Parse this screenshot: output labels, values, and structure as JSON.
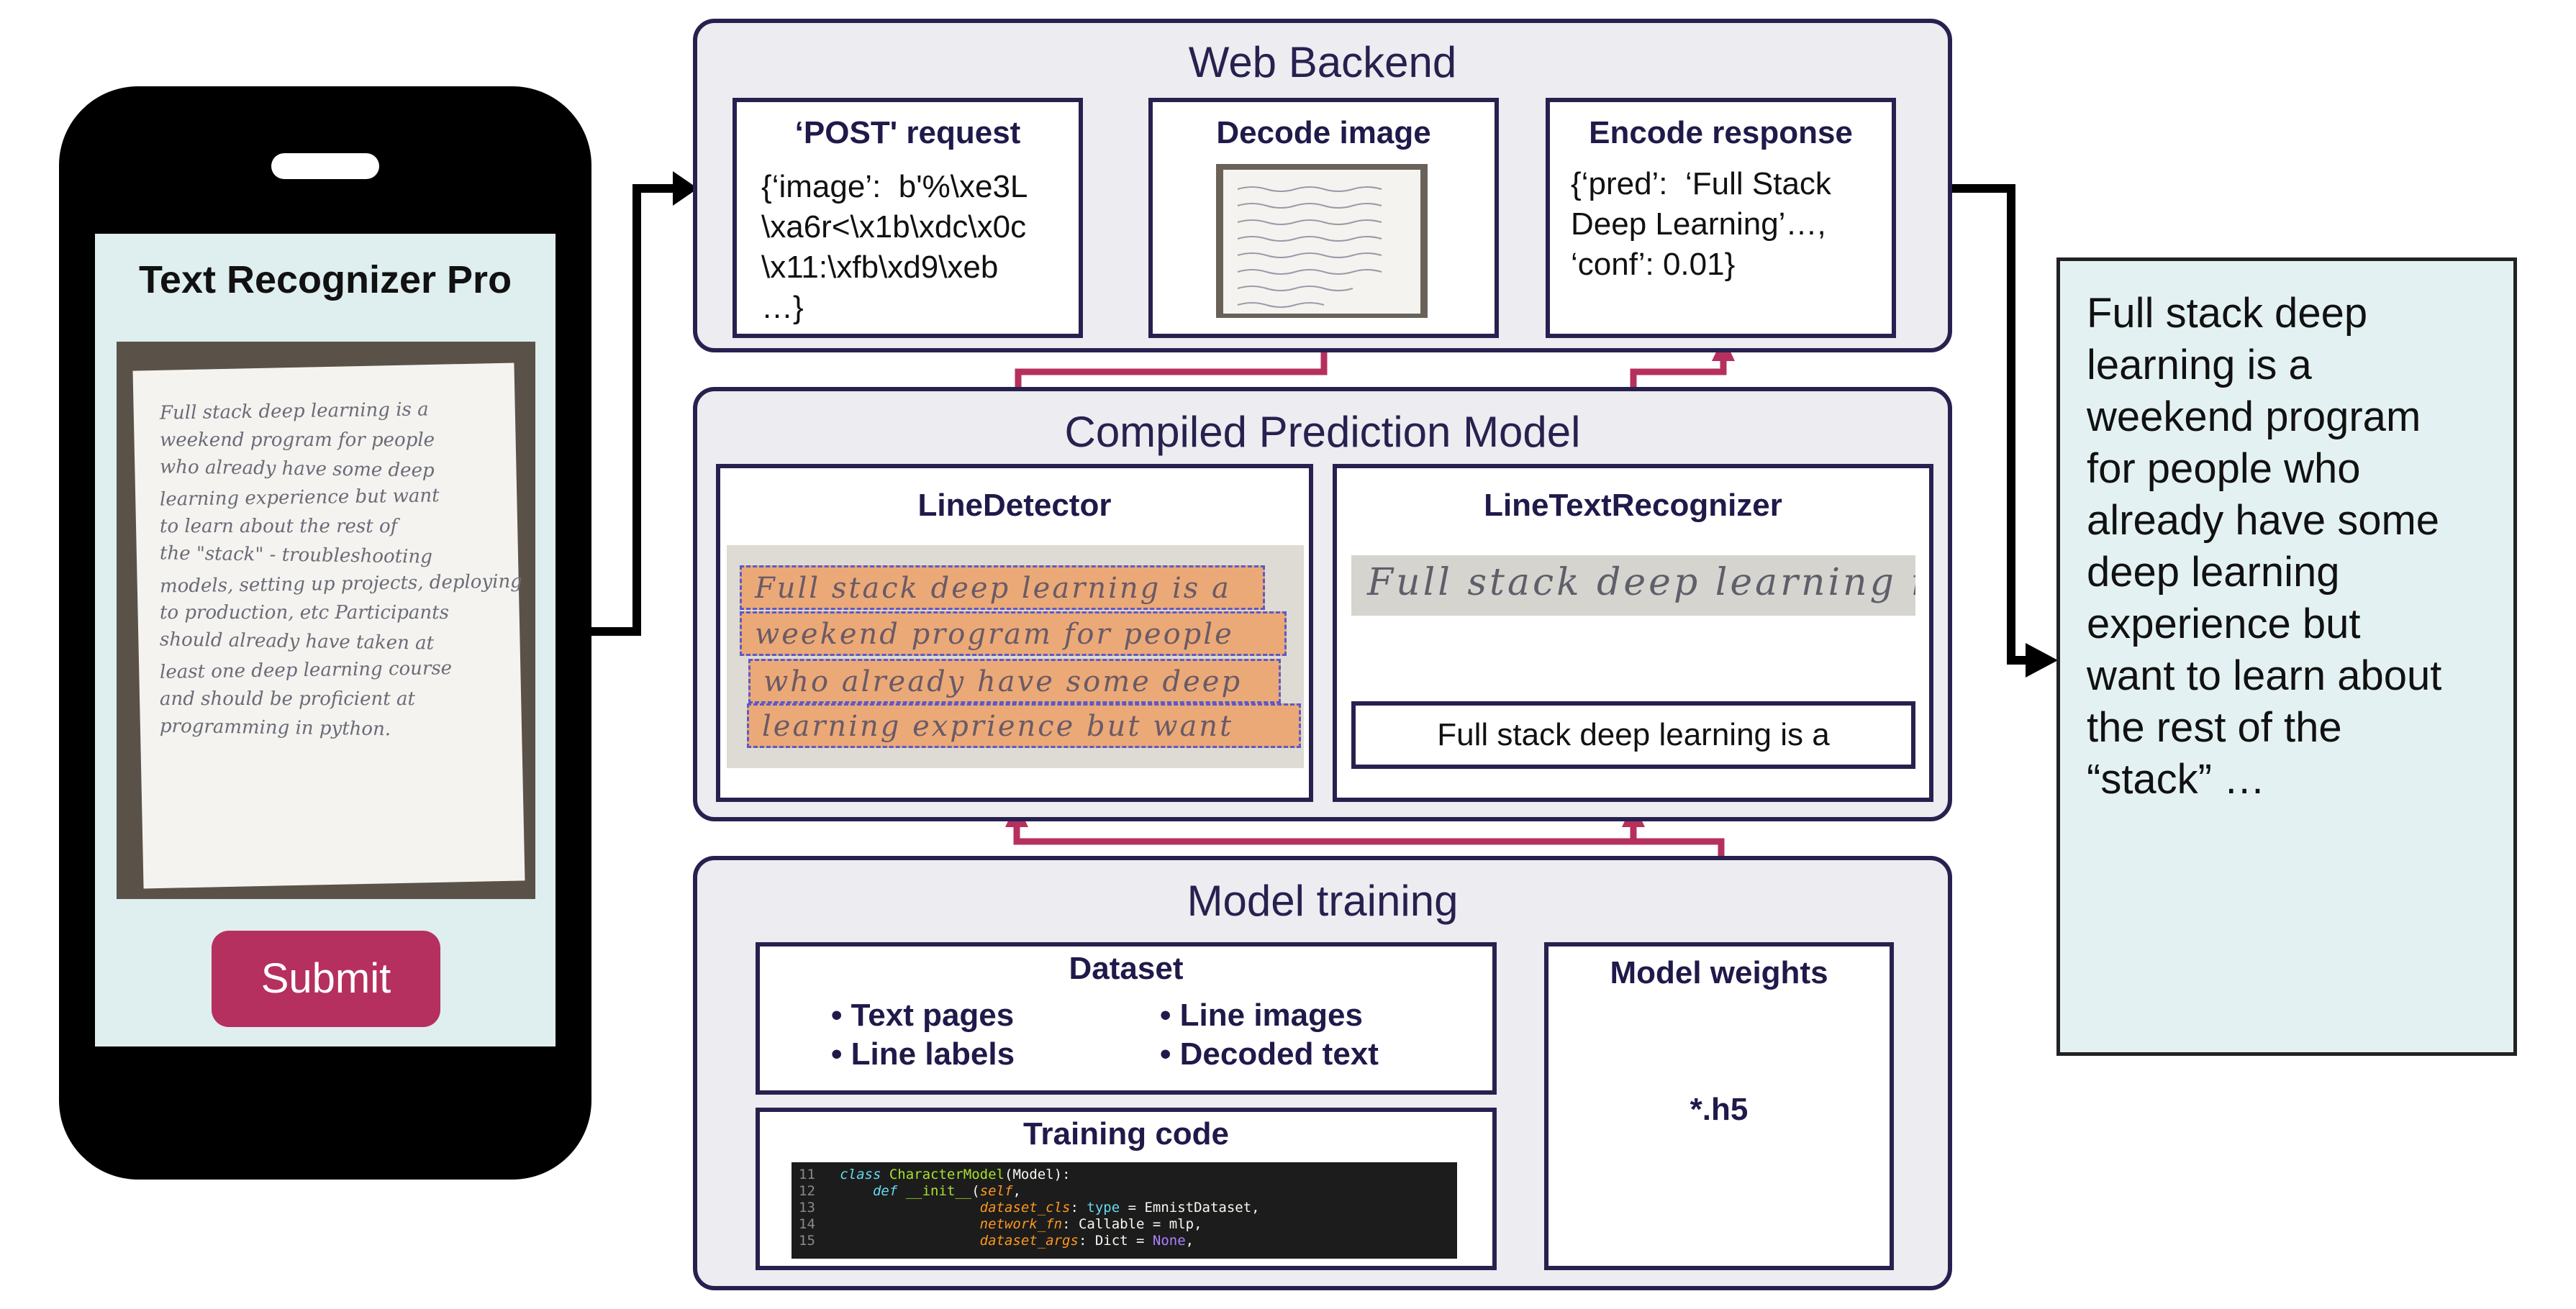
{
  "phone": {
    "title": "Text Recognizer Pro",
    "submit_label": "Submit",
    "photo_lines": [
      "Full stack deep learning is a",
      "weekend program for people",
      "who already have some deep",
      "learning experience but want",
      "to learn about the rest of",
      "the \"stack\" - troubleshooting",
      "models, setting up projects, deploying",
      "to production, etc Participants",
      "should already have taken at",
      "least one deep learning course",
      "and should be proficient at",
      "programming in python."
    ]
  },
  "web_backend": {
    "title": "Web Backend",
    "post": {
      "title": "‘POST' request",
      "body": "{‘image’:  b'%\\xe3L\n\\xa6r<\\x1b\\xdc\\x0c\n\\x11:\\xfb\\xd9\\xeb\n…}"
    },
    "decode": {
      "title": "Decode image"
    },
    "encode": {
      "title": "Encode response",
      "body": "{‘pred’:  ‘Full Stack\nDeep Learning’…,\n‘conf’: 0.01}"
    }
  },
  "compiled_model": {
    "title": "Compiled Prediction Model",
    "line_detector": {
      "title": "LineDetector",
      "lines": [
        "Full stack deep learning is a",
        "weekend program for people",
        "who already have some deep",
        "learning exprience but want"
      ]
    },
    "line_text_recognizer": {
      "title": "LineTextRecognizer",
      "crop_text": "Full stack deep learning is a",
      "output": "Full stack deep learning is a"
    }
  },
  "model_training": {
    "title": "Model training",
    "dataset": {
      "title": "Dataset",
      "items": [
        "Text pages",
        "Line images",
        "Line labels",
        "Decoded text"
      ]
    },
    "training_code": {
      "title": "Training code",
      "lines": [
        {
          "no": "11",
          "tokens": [
            [
              "class ",
              "#66d9ef",
              true
            ],
            [
              "CharacterModel",
              "#a6e22e",
              false
            ],
            [
              "(Model):",
              "#f8f8f2",
              false
            ]
          ]
        },
        {
          "no": "12",
          "tokens": [
            [
              "    def ",
              "#66d9ef",
              true
            ],
            [
              "__init__",
              "#a6e22e",
              false
            ],
            [
              "(",
              "#f8f8f2",
              false
            ],
            [
              "self",
              "#fd971f",
              true
            ],
            [
              ",",
              "#f8f8f2",
              false
            ]
          ]
        },
        {
          "no": "13",
          "tokens": [
            [
              "                 dataset_cls",
              "#fd971f",
              true
            ],
            [
              ": ",
              "#f8f8f2",
              false
            ],
            [
              "type",
              "#66d9ef",
              false
            ],
            [
              " = EmnistDataset,",
              "#f8f8f2",
              false
            ]
          ]
        },
        {
          "no": "14",
          "tokens": [
            [
              "                 network_fn",
              "#fd971f",
              true
            ],
            [
              ": Callable = mlp,",
              "#f8f8f2",
              false
            ]
          ]
        },
        {
          "no": "15",
          "tokens": [
            [
              "                 dataset_args",
              "#fd971f",
              true
            ],
            [
              ": Dict = ",
              "#f8f8f2",
              false
            ],
            [
              "None",
              "#ae81ff",
              false
            ],
            [
              ",",
              "#f8f8f2",
              false
            ]
          ]
        }
      ]
    },
    "weights": {
      "title": "Model weights",
      "file": "*.h5"
    }
  },
  "output_text": "Full stack deep\nlearning is a\nweekend program\nfor people who\nalready have some\ndeep learning\nexperience but\nwant to learn about\nthe rest of the\n“stack” …",
  "colors": {
    "navy": "#27214f",
    "magenta": "#b5305e",
    "panel": "#ececf1",
    "output_bg": "#e4f1f3",
    "screen_bg": "#dfeeef"
  }
}
